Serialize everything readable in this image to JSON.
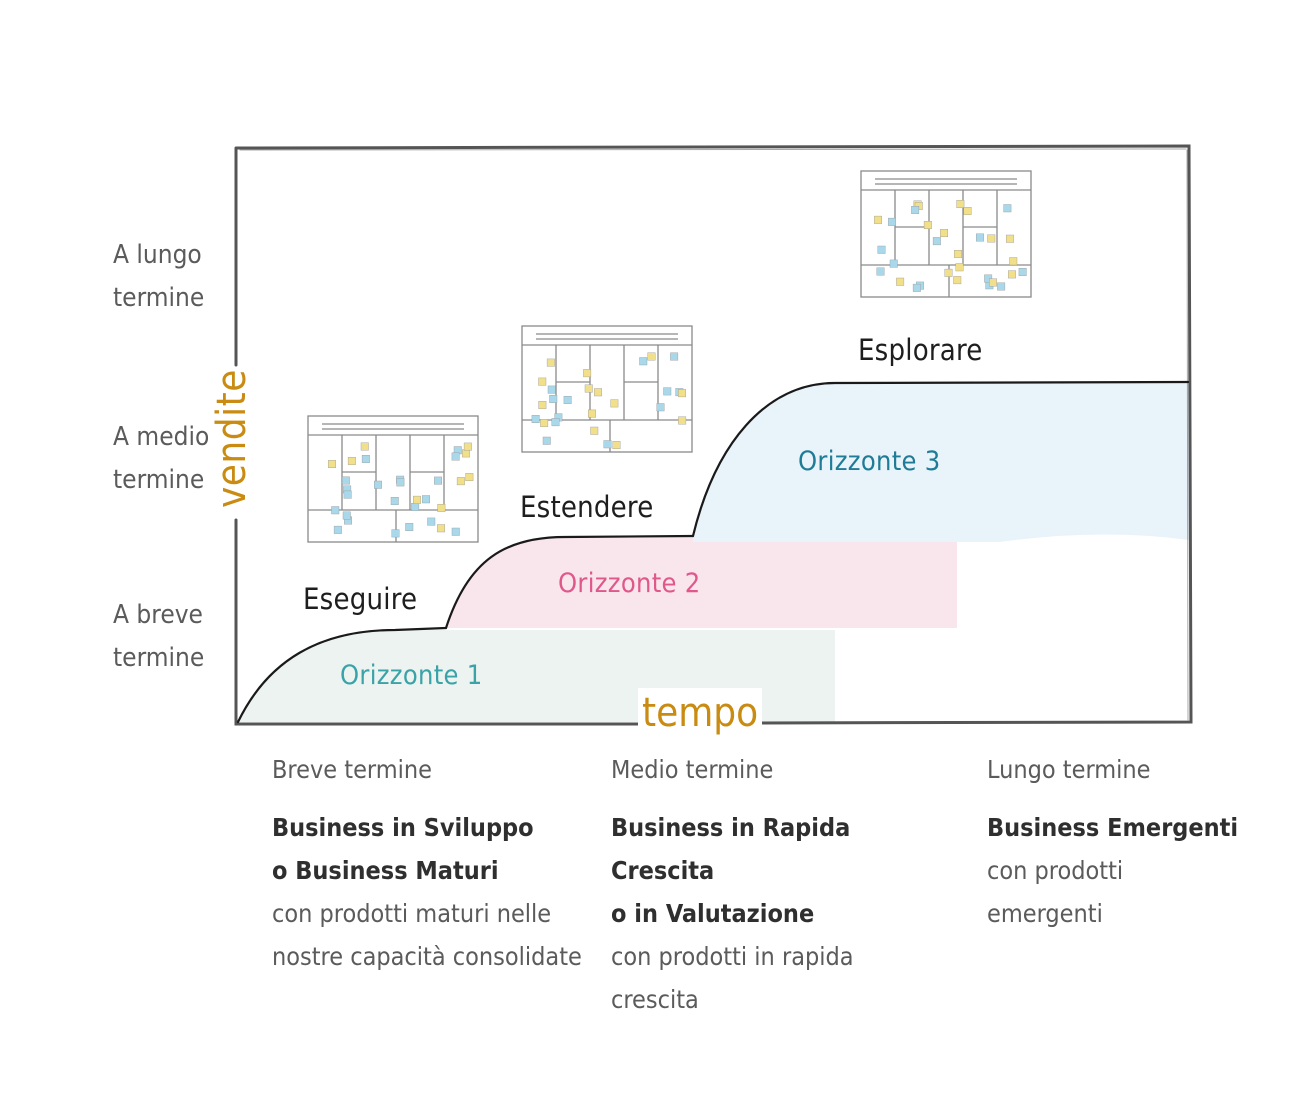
{
  "y_axis": {
    "title": "vendite",
    "levels": [
      [
        "A lungo",
        "termine"
      ],
      [
        "A medio",
        "termine"
      ],
      [
        "A breve",
        "termine"
      ]
    ]
  },
  "x_axis": {
    "title": "tempo"
  },
  "phases": [
    "Eseguire",
    "Estendere",
    "Esplorare"
  ],
  "horizons": [
    {
      "label": "Orizzonte 1",
      "color": "#3aa3a8",
      "fill": "#ecf3f0"
    },
    {
      "label": "Orizzonte 2",
      "color": "#e0578a",
      "fill": "#f9e6ec"
    },
    {
      "label": "Orizzonte 3",
      "color": "#1f7c96",
      "fill": "#e9f3fa"
    }
  ],
  "columns": [
    {
      "period": "Breve termine",
      "title_lines": [
        "Business in Sviluppo",
        "o Business Maturi"
      ],
      "desc_lines": [
        "con prodotti maturi nelle",
        "nostre capacità consolidate"
      ]
    },
    {
      "period": "Medio termine",
      "title_lines": [
        "Business in Rapida Crescita",
        "o in Valutazione"
      ],
      "desc_lines": [
        "con prodotti in rapida crescita"
      ]
    },
    {
      "period": "Lungo termine",
      "title_lines": [
        "Business Emergenti"
      ],
      "desc_lines": [
        "con prodotti",
        "emergenti"
      ]
    }
  ],
  "colors": {
    "frame": "#555555",
    "curve": "#1a1a1a",
    "axis_title": "#c98b12",
    "note_yellow": "#f2df8a",
    "note_blue": "#a9d8ea"
  }
}
